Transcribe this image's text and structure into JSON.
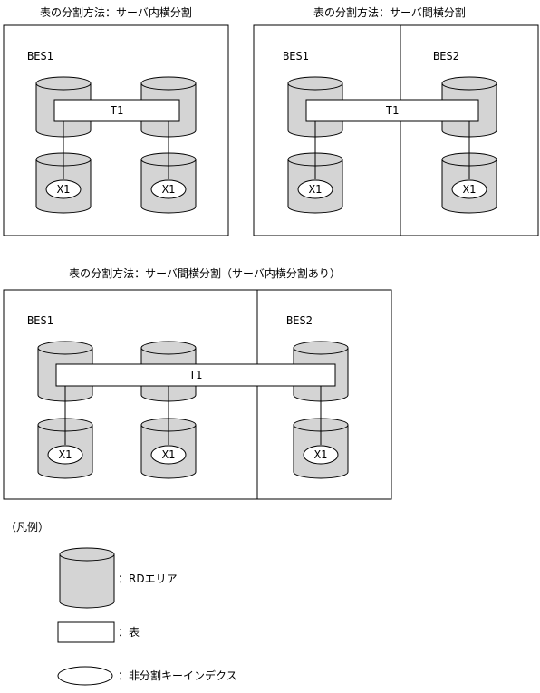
{
  "diagrams": {
    "d1": {
      "title": "表の分割方法：サーバ内横分割",
      "server": "BES1",
      "table": "T1",
      "index": "X1"
    },
    "d2": {
      "title": "表の分割方法：サーバ間横分割",
      "server1": "BES1",
      "server2": "BES2",
      "table": "T1",
      "index": "X1"
    },
    "d3": {
      "title": "表の分割方法：サーバ間横分割（サーバ内横分割あり）",
      "server1": "BES1",
      "server2": "BES2",
      "table": "T1",
      "index": "X1"
    }
  },
  "legend": {
    "title": "（凡例）",
    "rdarea": "：RDエリア",
    "table": "：表",
    "index": "：非分割キーインデクス"
  }
}
